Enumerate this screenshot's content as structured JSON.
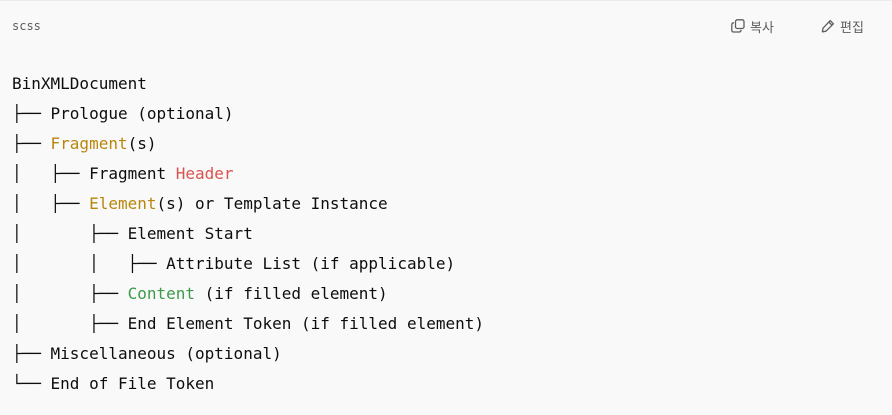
{
  "header": {
    "language": "scss",
    "copy_label": "복사",
    "edit_label": "편집",
    "copy_icon": "copy-icon",
    "edit_icon": "pencil-icon"
  },
  "colors": {
    "orange": "#b8860b",
    "red": "#d9534f",
    "green": "#3c9a4a"
  },
  "code_lines": [
    [
      {
        "t": "BinXMLDocument"
      }
    ],
    [
      {
        "t": "├── Prologue (optional)"
      }
    ],
    [
      {
        "t": "├── "
      },
      {
        "t": "Fragment",
        "c": "orange"
      },
      {
        "t": "(s)"
      }
    ],
    [
      {
        "t": "│   ├── Fragment "
      },
      {
        "t": "Header",
        "c": "red"
      }
    ],
    [
      {
        "t": "│   ├── "
      },
      {
        "t": "Element",
        "c": "orange"
      },
      {
        "t": "(s) or Template Instance"
      }
    ],
    [
      {
        "t": "│       ├── Element Start"
      }
    ],
    [
      {
        "t": "│       │   ├── Attribute List (if applicable)"
      }
    ],
    [
      {
        "t": "│       ├── "
      },
      {
        "t": "Content",
        "c": "green"
      },
      {
        "t": " (if filled element)"
      }
    ],
    [
      {
        "t": "│       ├── End Element Token (if filled element)"
      }
    ],
    [
      {
        "t": "├── Miscellaneous (optional)"
      }
    ],
    [
      {
        "t": "└── End of File Token"
      }
    ]
  ]
}
